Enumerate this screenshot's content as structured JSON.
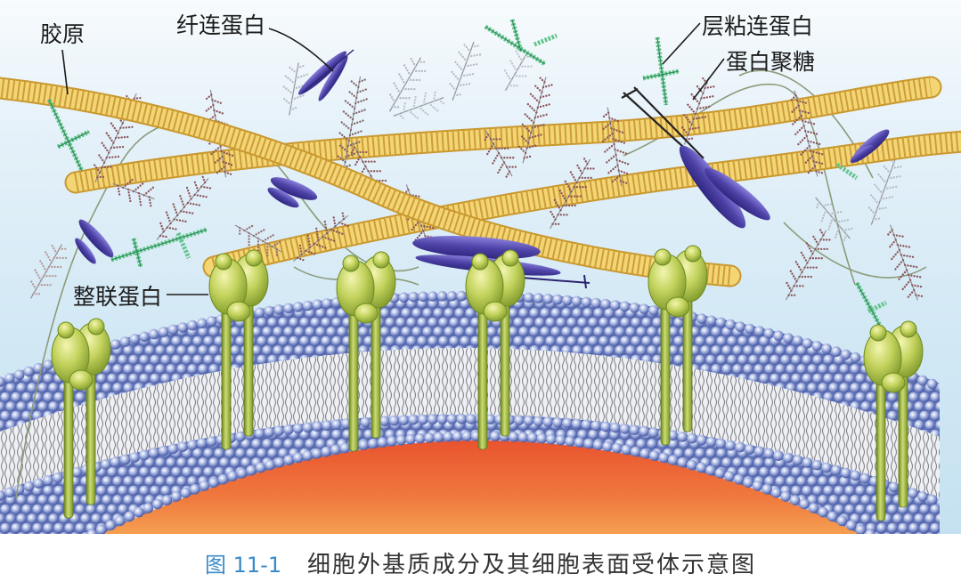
{
  "labels": {
    "collagen": "胶原",
    "fibronectin": "纤连蛋白",
    "laminin": "层粘连蛋白",
    "proteoglycan": "蛋白聚糖",
    "integrin": "整联蛋白"
  },
  "caption": {
    "number": "图 11-1",
    "title": "细胞外基质成分及其细胞表面受体示意图"
  },
  "colors": {
    "caption_number": "#3a8bc8",
    "caption_title": "#333333",
    "collagen": "#f3d673",
    "fibronectin": "#5a4fb5",
    "laminin": "#62c48c",
    "integrin": "#bccd55",
    "lipid_head": "#6e80c2",
    "cytoplasm": "#f07a3e"
  }
}
